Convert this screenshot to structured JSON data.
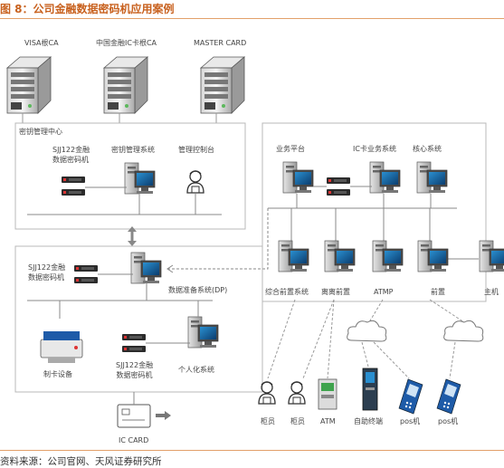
{
  "title": "图 8：公司金融数据密码机应用案例",
  "source": "资料来源：公司官网、天风证券研究所",
  "top_servers": [
    "VISA根CA",
    "中国金融IC卡根CA",
    "MASTER CARD"
  ],
  "kmc": {
    "title": "密钥管理中心",
    "hsm": "SJJ122金融\n数据密码机",
    "system": "密钥管理系统",
    "console": "管理控制台"
  },
  "dp": {
    "hsm": "SJJ122金融\n数据密码机",
    "system": "数据准备系统(DP)",
    "card_device": "制卡设备",
    "hsm2": "SJJ122金融\n数据密码机",
    "personalization": "个人化系统",
    "ic_card": "IC CARD"
  },
  "biz": {
    "platform": "业务平台",
    "ic_system": "IC卡业务系统",
    "core": "核心系统",
    "integrated_front": "综合前置系统",
    "offsite_front": "离离前置",
    "atmp": "ATMP",
    "front": "前置",
    "host": "主机"
  },
  "endpoints": [
    "柜员",
    "柜员",
    "ATM",
    "自助终端",
    "pos机",
    "pos机"
  ]
}
